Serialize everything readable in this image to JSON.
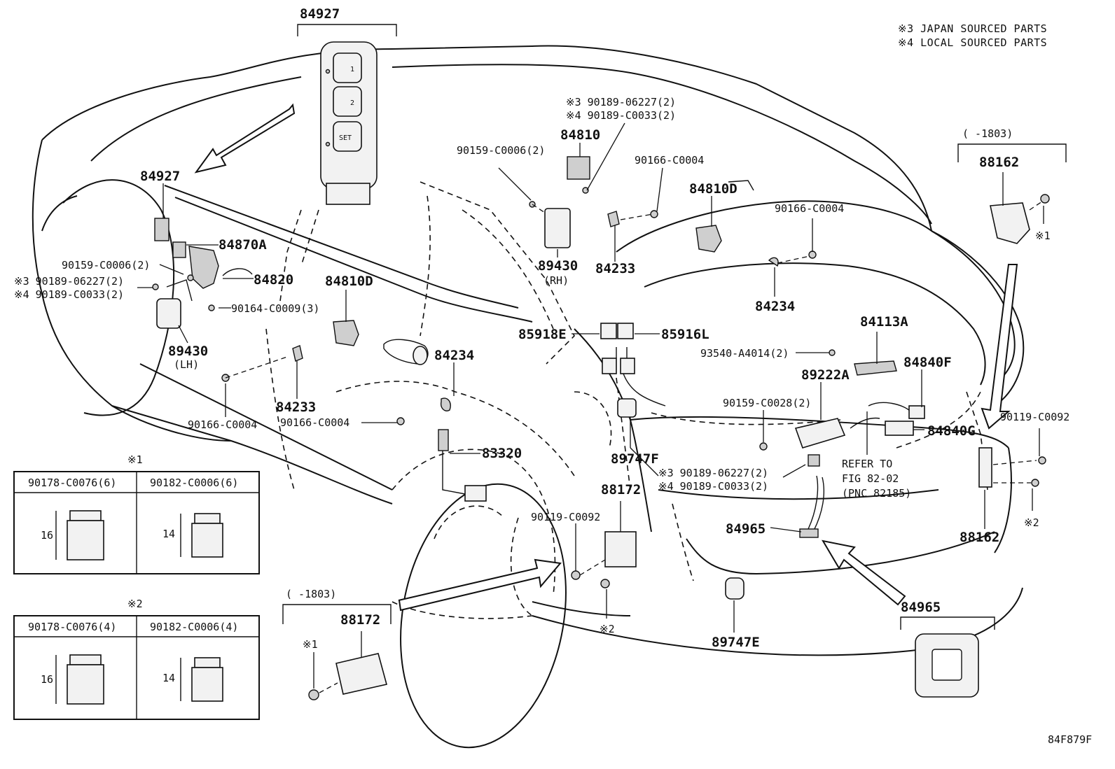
{
  "notes": {
    "n3": "※3 JAPAN SOURCED PARTS",
    "n4": "※4 LOCAL SOURCED PARTS"
  },
  "figure_id": "84F879F",
  "labels": {
    "p84927_top": "84927",
    "p84927_side": "84927",
    "p84870A": "84870A",
    "p84820": "84820",
    "p90159a": "90159-C0006(2)",
    "p3a": "※3 90189-06227(2)",
    "p4a": "※4 90189-C0033(2)",
    "p90164": "90164-C0009(3)",
    "p89430lh": "89430",
    "lh": "(LH)",
    "p84810D_a": "84810D",
    "p84233_a": "84233",
    "p90166_a": "90166-C0004",
    "p90166_b": "90166-C0004",
    "p84234_a": "84234",
    "p83320": "83320",
    "p3b": "※3 90189-06227(2)",
    "p4b": "※4 90189-C0033(2)",
    "p84810": "84810",
    "p90159b": "90159-C0006(2)",
    "p89430rh": "89430",
    "rh": "(RH)",
    "p90166_c": "90166-C0004",
    "p84233_b": "84233",
    "p84810D_b": "84810D",
    "p90166_d": "90166-C0004",
    "p84234_b": "84234",
    "p85918E": "85918E",
    "p85916L": "85916L",
    "p89747F": "89747F",
    "p3c": "※3 90189-06227(2)",
    "p4c": "※4 90189-C0033(2)",
    "p88172": "88172",
    "p90119_a": "90119-C0092",
    "x2_center": "※2",
    "p89747E": "89747E",
    "p84113A": "84113A",
    "p93540": "93540-A4014(2)",
    "p89222A": "89222A",
    "p84840F": "84840F",
    "p90159c": "90159-C0028(2)",
    "p84840G": "84840G",
    "refer1": "REFER TO",
    "refer2": "FIG 82-02",
    "refer3": "(PNC 82185)",
    "p84965_a": "84965",
    "p90119_b": "90119-C0092",
    "x2_right": "※2",
    "p88162_low": "88162",
    "range_top": "(     -1803)",
    "p88162_top": "88162",
    "x1_right": "※1",
    "range_bot": "(     -1803)",
    "p88172_box": "88172",
    "x1_box": "※1",
    "p84965_box": "84965",
    "sw1": "1",
    "sw2": "2",
    "sw_set": "SET"
  },
  "tables": [
    {
      "title": "※1",
      "columns": [
        "90178-C0076(6)",
        "90182-C0006(6)"
      ],
      "dims": [
        "16",
        "14"
      ]
    },
    {
      "title": "※2",
      "columns": [
        "90178-C0076(4)",
        "90182-C0006(4)"
      ],
      "dims": [
        "16",
        "14"
      ]
    }
  ]
}
